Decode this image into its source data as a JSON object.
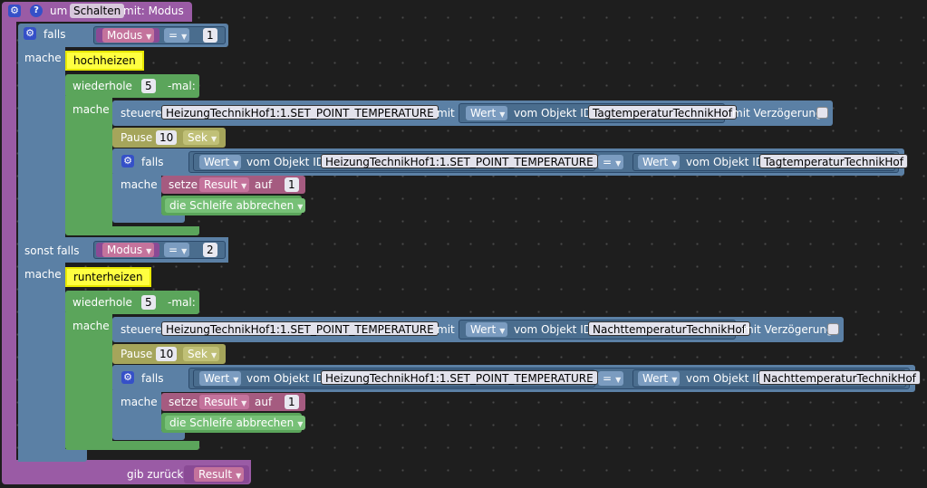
{
  "function": {
    "prefix": "um",
    "name": "Schalten",
    "suffix": "mit: Modus",
    "return_label": "gib zurück",
    "return_var": "Result"
  },
  "if_block": {
    "if_label": "falls",
    "do_label": "mache",
    "elseif_label": "sonst falls"
  },
  "branch1": {
    "var": "Modus",
    "op": "=",
    "value": "1",
    "comment": "hochheizen",
    "repeat_label": "wiederhole",
    "repeat_count": "5",
    "repeat_suffix": "-mal:",
    "do_label": "mache",
    "control_label": "steuere",
    "state_id": "HeizungTechnikHof1:1.SET_POINT_TEMPERATURE",
    "with_label": "mit",
    "value_dd": "Wert",
    "from_object": "vom Objekt ID",
    "object_id": "TagtemperaturTechnikHof",
    "delay_label": "mit Verzögerung",
    "pause_label": "Pause",
    "pause_value": "10",
    "pause_unit": "Sek",
    "inner_if": "falls",
    "inner_do": "mache",
    "cmp_op": "=",
    "set_label": "setze",
    "set_var": "Result",
    "set_to": "auf",
    "set_value": "1",
    "break_label": "die Schleife abbrechen"
  },
  "branch2": {
    "var": "Modus",
    "op": "=",
    "value": "2",
    "comment": "runterheizen",
    "repeat_label": "wiederhole",
    "repeat_count": "5",
    "repeat_suffix": "-mal:",
    "do_label": "mache",
    "control_label": "steuere",
    "state_id": "HeizungTechnikHof1:1.SET_POINT_TEMPERATURE",
    "with_label": "mit",
    "value_dd": "Wert",
    "from_object": "vom Objekt ID",
    "object_id": "NachttemperaturTechnikHof",
    "delay_label": "mit Verzögerung",
    "pause_label": "Pause",
    "pause_value": "10",
    "pause_unit": "Sek",
    "inner_if": "falls",
    "inner_do": "mache",
    "cmp_op": "=",
    "set_label": "setze",
    "set_var": "Result",
    "set_to": "auf",
    "set_value": "1",
    "break_label": "die Schleife abbrechen"
  },
  "colors": {
    "procedure": "#9a5ba5",
    "logic": "#5b80a5",
    "loop": "#5ba55b",
    "comment": "#ffff40",
    "workspace": "#1e1e1e"
  }
}
